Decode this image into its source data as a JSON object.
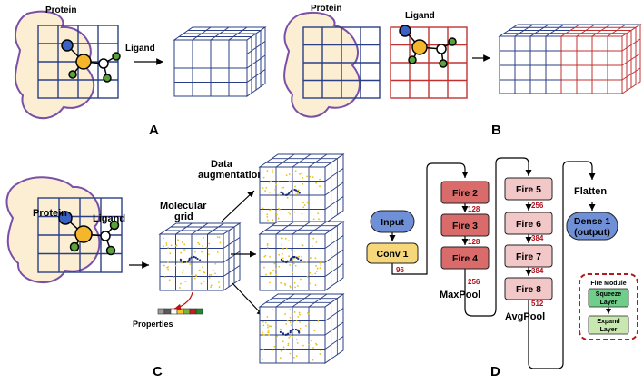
{
  "panel_a": {
    "letter": "A",
    "protein": "Protein",
    "ligand": "Ligand"
  },
  "panel_b": {
    "letter": "B",
    "protein": "Protein",
    "ligand": "Ligand"
  },
  "panel_c": {
    "letter": "C",
    "protein": "Protein",
    "ligand": "Ligand",
    "grid_line1": "Molecular",
    "grid_line2": "grid",
    "aug_line1": "Data",
    "aug_line2": "augmentation",
    "properties": "Properties"
  },
  "panel_d": {
    "letter": "D",
    "input": "Input",
    "conv1": "Conv 1",
    "fire2": "Fire 2",
    "fire3": "Fire 3",
    "fire4": "Fire 4",
    "fire5": "Fire 5",
    "fire6": "Fire 6",
    "fire7": "Fire 7",
    "fire8": "Fire 8",
    "maxpool": "MaxPool",
    "avgpool": "AvgPool",
    "flatten": "Flatten",
    "dense_line1": "Dense 1",
    "dense_line2": "(output)",
    "n96": "96",
    "n128a": "128",
    "n128b": "128",
    "n256a": "256",
    "n256b": "256",
    "n384a": "384",
    "n384b": "384",
    "n512": "512",
    "legend": {
      "title": "Fire Module",
      "squeeze1": "Squeeze",
      "squeeze2": "Layer",
      "expand1": "Expand",
      "expand2": "Layer"
    }
  },
  "colors": {
    "protein_fill": "#fbeed2",
    "protein_outline": "#7a4fa8",
    "grid_blue": "#2a3f86",
    "grid_red": "#c03232",
    "atom_blue": "#3a62c4",
    "atom_yellow": "#f4b62a",
    "atom_green": "#5aa23a",
    "fire_dark": "#d96b6b",
    "fire_light": "#f2c7c7",
    "conv": "#f6d77a",
    "input": "#6f8fd6",
    "squeeze": "#6fcf8a",
    "expand": "#c8e8b0",
    "legend_border": "#b01c1c"
  }
}
